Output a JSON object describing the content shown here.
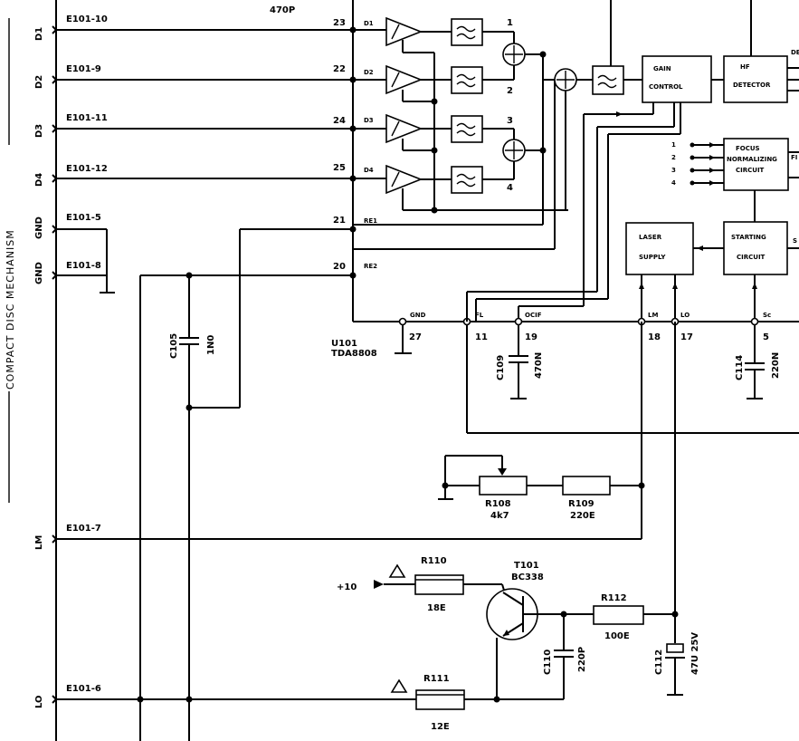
{
  "side_label": "COMPACT DISC MECHANISM",
  "top_cap": "470P",
  "connectors": [
    {
      "sig": "D1",
      "ref": "E101-10",
      "pin": "23",
      "internal": "D1"
    },
    {
      "sig": "D2",
      "ref": "E101-9",
      "pin": "22",
      "internal": "D2"
    },
    {
      "sig": "D3",
      "ref": "E101-11",
      "pin": "24",
      "internal": "D3"
    },
    {
      "sig": "D4",
      "ref": "E101-12",
      "pin": "25",
      "internal": "D4"
    },
    {
      "sig": "GND",
      "ref": "E101-5",
      "pin": "21",
      "internal": "RE1"
    },
    {
      "sig": "GND",
      "ref": "E101-8",
      "pin": "20",
      "internal": "RE2"
    }
  ],
  "lower_connectors": [
    {
      "sig": "LM",
      "ref": "E101-7"
    },
    {
      "sig": "LO",
      "ref": "E101-6"
    }
  ],
  "ic": {
    "ref": "U101",
    "part": "TDA8808"
  },
  "bottom_pins": [
    {
      "name": "GND",
      "pin": "27"
    },
    {
      "name": "FL",
      "pin": "11"
    },
    {
      "name": "OCIF",
      "pin": "19"
    },
    {
      "name": "LM",
      "pin": "18"
    },
    {
      "name": "LO",
      "pin": "17"
    },
    {
      "name": "Sc",
      "pin": "5"
    }
  ],
  "blocks": {
    "gain_control": [
      "GAIN",
      "CONTROL"
    ],
    "hf_detector": [
      "HF",
      "DETECTOR"
    ],
    "focus_norm": [
      "FOCUS",
      "NORMALIZING",
      "CIRCUIT"
    ],
    "laser_supply": [
      "LASER",
      "SUPPLY"
    ],
    "starting": [
      "STARTING",
      "CIRCUIT"
    ]
  },
  "focus_inputs": [
    "1",
    "2",
    "3",
    "4"
  ],
  "sum_labels": [
    "1",
    "2",
    "3",
    "4"
  ],
  "components": {
    "c105": {
      "ref": "C105",
      "value": "1N0"
    },
    "c109": {
      "ref": "C109",
      "value": "470N"
    },
    "c114": {
      "ref": "C114",
      "value": "220N"
    },
    "r108": {
      "ref": "R108",
      "value": "4k7"
    },
    "r109": {
      "ref": "R109",
      "value": "220E"
    },
    "r110": {
      "ref": "R110",
      "value": "18E"
    },
    "r111": {
      "ref": "R111",
      "value": "12E"
    },
    "r112": {
      "ref": "R112",
      "value": "100E"
    },
    "t101": {
      "ref": "T101",
      "value": "BC338"
    },
    "c110": {
      "ref": "C110",
      "value": "220P"
    },
    "c112": {
      "ref": "C112",
      "value": "47U 25V"
    }
  },
  "supply": "+10",
  "right_edge_fragments": {
    "de": "DE",
    "fi": "FI",
    "s": "S"
  }
}
